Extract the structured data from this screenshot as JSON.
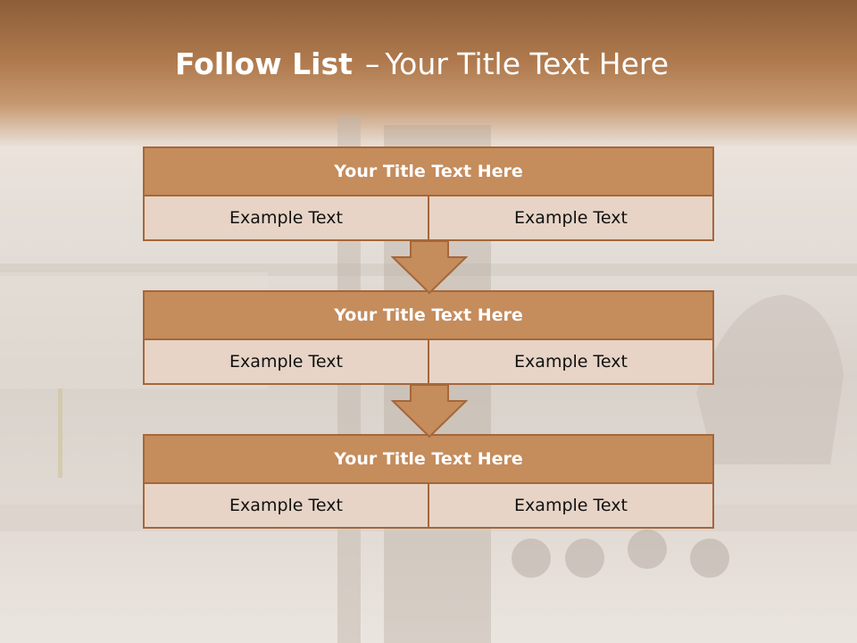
{
  "slide": {
    "title_strong": "Follow List",
    "title_dash": "–",
    "title_rest": "Your Title Text Here"
  },
  "blocks": [
    {
      "title": "Your Title Text Here",
      "cells": [
        "Example Text",
        "Example Text"
      ]
    },
    {
      "title": "Your Title Text Here",
      "cells": [
        "Example Text",
        "Example Text"
      ]
    },
    {
      "title": "Your Title Text Here",
      "cells": [
        "Example Text",
        "Example Text"
      ]
    }
  ],
  "colors": {
    "header_fill": "#c58c5c",
    "border": "#a5673a",
    "row_fill": "#e7d4c6",
    "top_band": "#8c5e38"
  }
}
